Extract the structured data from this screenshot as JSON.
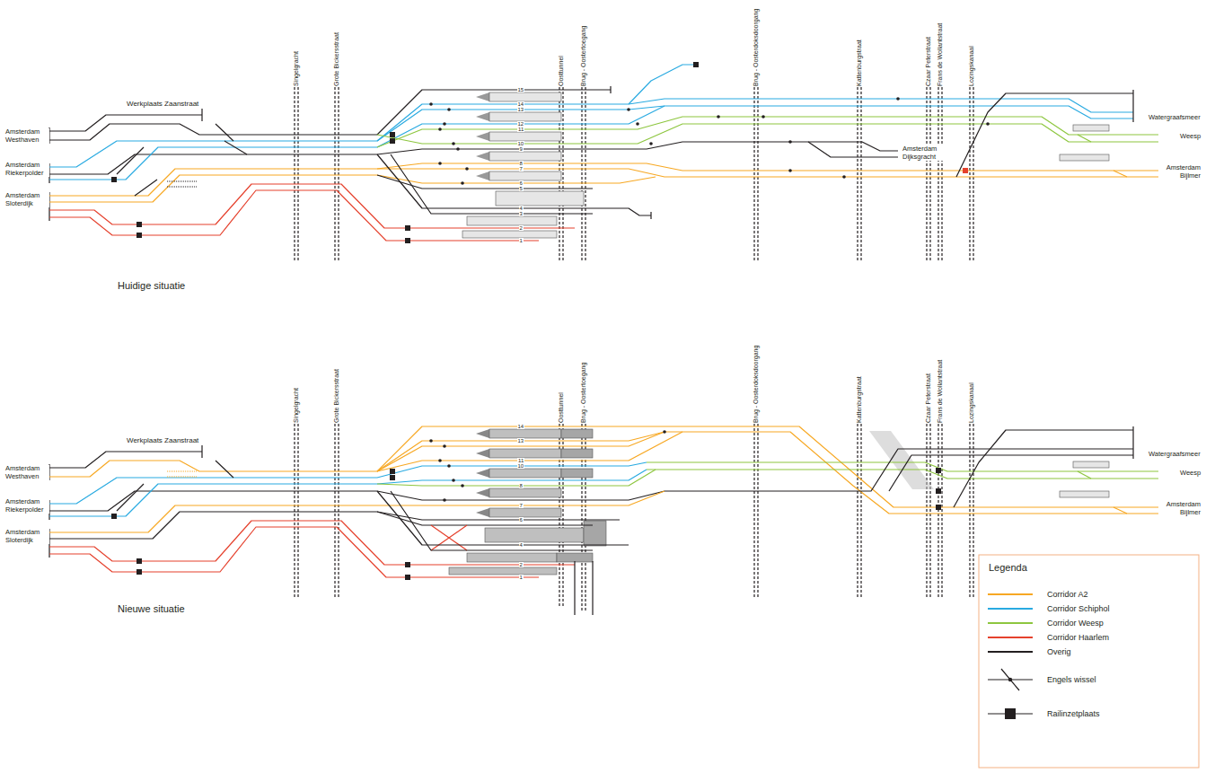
{
  "diagram": {
    "labels": [
      "Werkplaats Zaanstraat",
      "Amsterdam Westhaven",
      "Amsterdam Riekerpolder",
      "Amsterdam Sloterdijk",
      "Singelgracht",
      "Grote Bickersstraat",
      "Oosttunnel",
      "Brug - Oostertoegang",
      "Brug - Oosterdoksdoorgang",
      "Kattenburgstraat",
      "Czaar Peterstraat",
      "Frans de Wollantstraat",
      "Lozingskanaal",
      "Amsterdam Dijksgracht",
      "Watergraafsmeer",
      "Weesp",
      "Amsterdam Bijlmer",
      "15",
      "14",
      "13",
      "12",
      "11",
      "10",
      "9",
      "8",
      "7",
      "6",
      "5",
      "4",
      "3",
      "2",
      "1",
      "Huidige situatie",
      "Werkplaats Zaanstraat",
      "Amsterdam Westhaven",
      "Amsterdam Riekerpolder",
      "Amsterdam Sloterdijk",
      "Singelgracht",
      "Grote Bickersstraat",
      "Oosttunnel",
      "Brug - Oostertoegang",
      "Brug - Oosterdoksdoorgang",
      "Kattenburgstraat",
      "Czaar Peterstraat",
      "Frans de Wollantstraat",
      "Lozingskanaal",
      "Watergraafsmeer",
      "Weesp",
      "Amsterdam Bijlmer",
      "14",
      "13",
      "11",
      "10",
      "8",
      "7",
      "6",
      "4",
      "2",
      "1",
      "Nieuwe situatie",
      "Legenda"
    ],
    "legend": [
      {
        "text": "Corridor A2",
        "color": "#f7a823"
      },
      {
        "text": "Corridor Schiphol",
        "color": "#29aae1"
      },
      {
        "text": "Corridor Weesp",
        "color": "#8dc63f"
      },
      {
        "text": "Corridor Haarlem",
        "color": "#e5412d"
      },
      {
        "text": "Overig",
        "color": "#231f20"
      },
      {
        "text": "Engels wissel"
      },
      {
        "text": "Railinzetplaats"
      }
    ]
  }
}
